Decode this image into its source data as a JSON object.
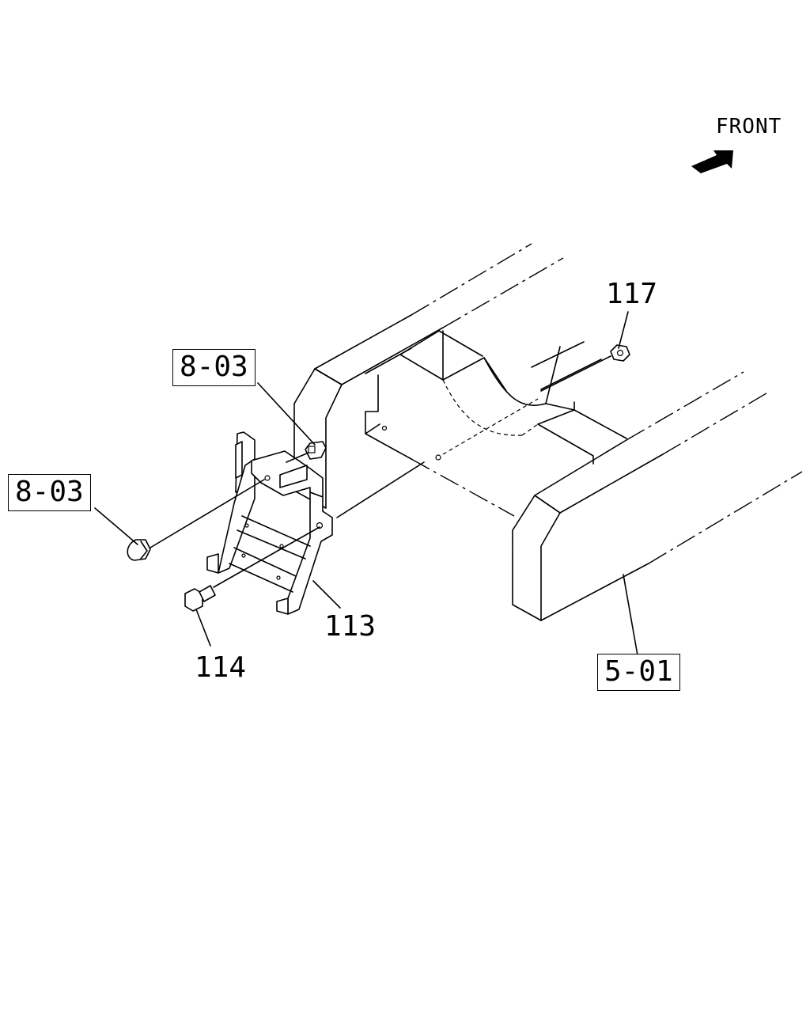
{
  "orientation": {
    "label": "FRONT"
  },
  "callouts": {
    "connector_top": "8-03",
    "connector_left": "8-03",
    "nut": "117",
    "bracket": "113",
    "bolt": "114",
    "frame": "5-01"
  }
}
